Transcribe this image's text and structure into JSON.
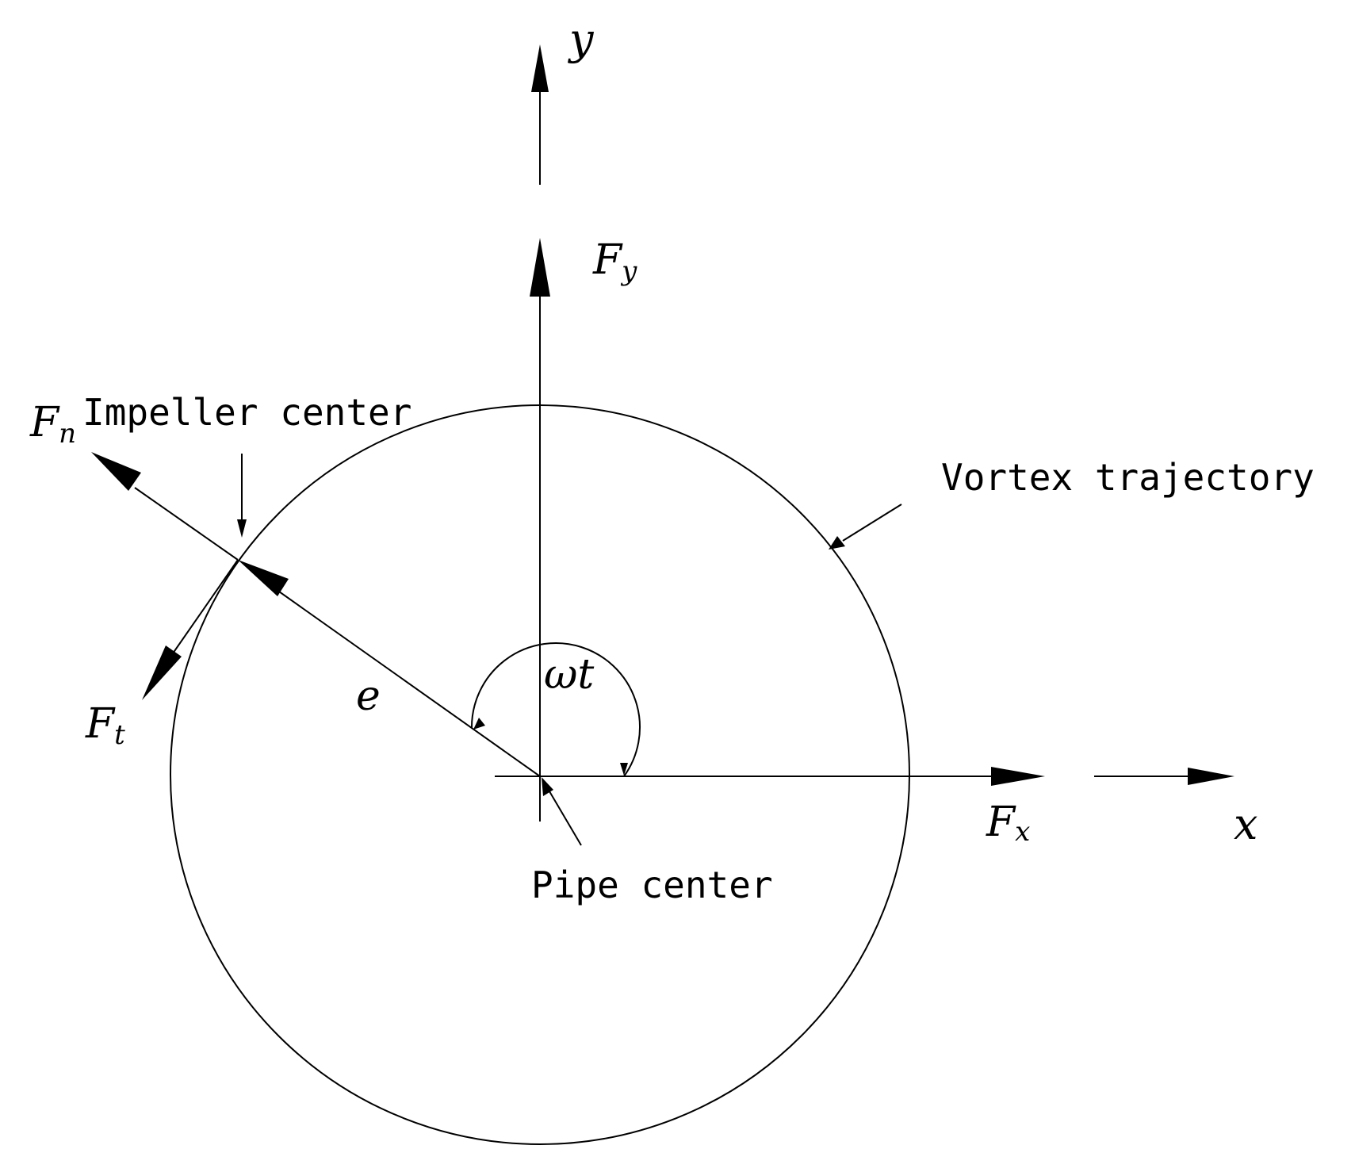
{
  "labels": {
    "axis_y": "y",
    "axis_x": "x",
    "force_y": {
      "main": "F",
      "sub": "y"
    },
    "force_x": {
      "main": "F",
      "sub": "x"
    },
    "force_n": {
      "main": "F",
      "sub": "n"
    },
    "force_t": {
      "main": "F",
      "sub": "t"
    },
    "eccentricity": "e",
    "angle": "ωt",
    "impeller_center": "Impeller center",
    "vortex_trajectory": "Vortex trajectory",
    "pipe_center": "Pipe center"
  },
  "colors": {
    "ink": "#000000",
    "background": "#ffffff"
  }
}
